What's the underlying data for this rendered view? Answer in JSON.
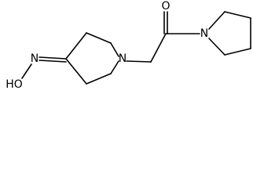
{
  "structure": {
    "atoms": {
      "ring_n": "N",
      "carbonyl_o": "O",
      "pyrrolidine_n": "N",
      "oxime_n": "N",
      "hydroxyl": "HO"
    }
  }
}
